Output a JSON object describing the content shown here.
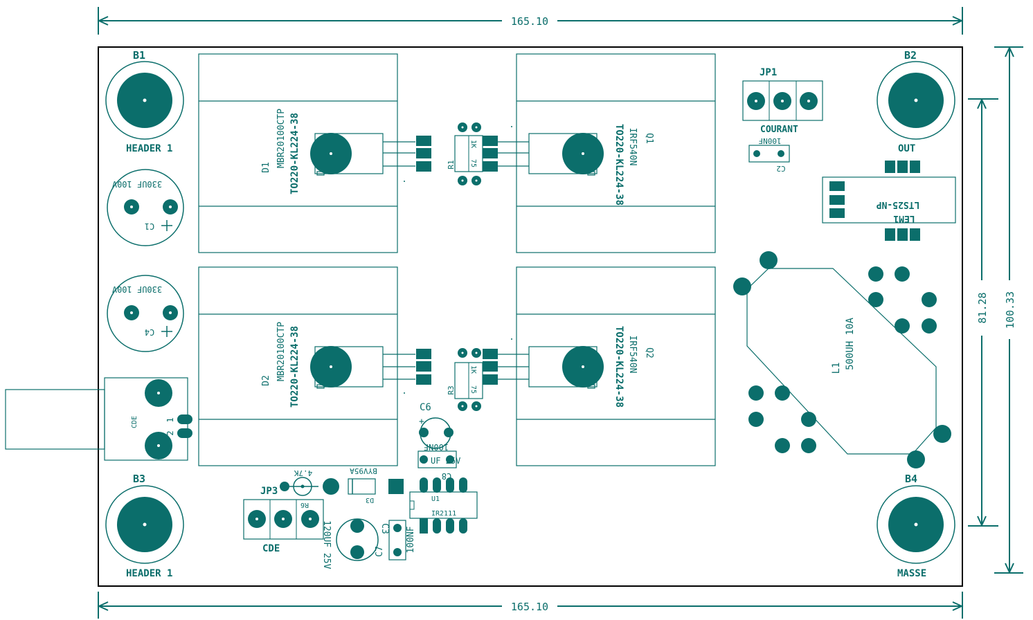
{
  "colors": {
    "silk": "#0b6e6b",
    "copper": "#0b6e6b",
    "outline": "#000000",
    "background": "#ffffff"
  },
  "dimensions": {
    "width_top": "165.10",
    "width_bottom": "165.10",
    "height_inner": "81.28",
    "height_outer": "100.33"
  },
  "components": {
    "b1": {
      "ref": "B1",
      "value": "HEADER  1"
    },
    "b2": {
      "ref": "B2",
      "value": "OUT"
    },
    "b3": {
      "ref": "B3",
      "value": "HEADER  1"
    },
    "b4": {
      "ref": "B4",
      "value": "MASSE"
    },
    "c1": {
      "ref": "C1",
      "value": "330UF 100V"
    },
    "c4": {
      "ref": "C4",
      "value": "330UF 100V"
    },
    "d1": {
      "ref": "D1",
      "value": "MBR20100CTP",
      "package": "TO220-KL224-38"
    },
    "d2": {
      "ref": "D2",
      "value": "MBR20100CTP",
      "package": "TO220-KL224-38"
    },
    "q1": {
      "ref": "Q1",
      "value": "IRF540N",
      "package": "TO220-KL224-38"
    },
    "q2": {
      "ref": "Q2",
      "value": "IRF540N",
      "package": "TO220-KL224-38"
    },
    "r1": {
      "ref": "R1",
      "value_a": "1K",
      "value_b": "75"
    },
    "r3": {
      "ref": "R3",
      "value_a": "1K",
      "value_b": "75"
    },
    "jp1": {
      "ref": "JP1",
      "value": "COURANT"
    },
    "c2": {
      "ref": "C2",
      "value": "100NF"
    },
    "lem1": {
      "ref": "LEM1",
      "value": "LTS25-NP"
    },
    "l1": {
      "ref": "L1",
      "value": "500UH  10A"
    },
    "cde": {
      "label": "CDE",
      "pin1": "1",
      "pin2": "2"
    },
    "c6": {
      "ref": "C6",
      "value": "100NF",
      "plus": "+"
    },
    "c8": {
      "ref": "C8",
      "value": "UF 25V"
    },
    "d3": {
      "ref": "D3",
      "value": "BYV95A"
    },
    "r6": {
      "ref": "R6",
      "value": "4.7K"
    },
    "jp3": {
      "ref": "JP3",
      "value": "CDE"
    },
    "c7": {
      "ref": "C7",
      "value": "120UF  25V"
    },
    "c3": {
      "ref": "C3",
      "value": "100NF"
    },
    "u1": {
      "ref": "U1",
      "value": "IR2111"
    }
  }
}
